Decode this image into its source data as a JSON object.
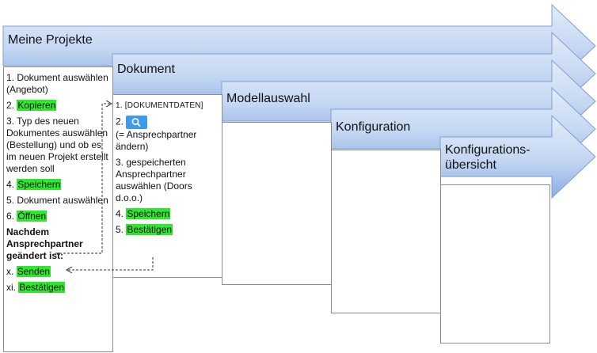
{
  "stages": [
    {
      "title": "Meine Projekte"
    },
    {
      "title": "Dokument"
    },
    {
      "title": "Modellauswahl"
    },
    {
      "title": "Konfiguration"
    },
    {
      "title": "Konfigurations-übersicht",
      "title_line1": "Konfigurations-",
      "title_line2": "übersicht"
    }
  ],
  "projekte_steps": {
    "s1": "1. Dokument auswählen (Angebot)",
    "s2_num": "2.",
    "s2_action": "Kopieren",
    "s3": "3. Typ des neuen Dokumentes auswählen (Bestellung) und ob es im neuen Projekt erstellt werden soll",
    "s4_num": "4.",
    "s4_action": "Speichern",
    "s5": "5. Dokument auswählen",
    "s6_num": "6.",
    "s6_action": "Öffnen",
    "note": "Nachdem Ansprechpartner geändert ist:",
    "x_num": "x.",
    "x_action": "Senden",
    "xi_num": "xi.",
    "xi_action": "Bestätigen"
  },
  "dokument_steps": {
    "s1": "1. [DOKUMENTDATEN]",
    "s2_num": "2.",
    "s2_note": "(= Ansprechpartner ändern)",
    "s3": "3. gespeicherten Ansprechpartner auswählen (Doors d.o.o.)",
    "s4_num": "4.",
    "s4_action": "Speichern",
    "s5_num": "5.",
    "s5_action": "Bestätigen"
  },
  "colors": {
    "arrow_top": "#dbe6f7",
    "arrow_bottom": "#8eb2e6",
    "arrow_border": "#7f9fd0",
    "highlight": "#2ee82e",
    "search_button": "#3d9be9"
  },
  "icons": {
    "search_button": "magnifier-icon"
  }
}
